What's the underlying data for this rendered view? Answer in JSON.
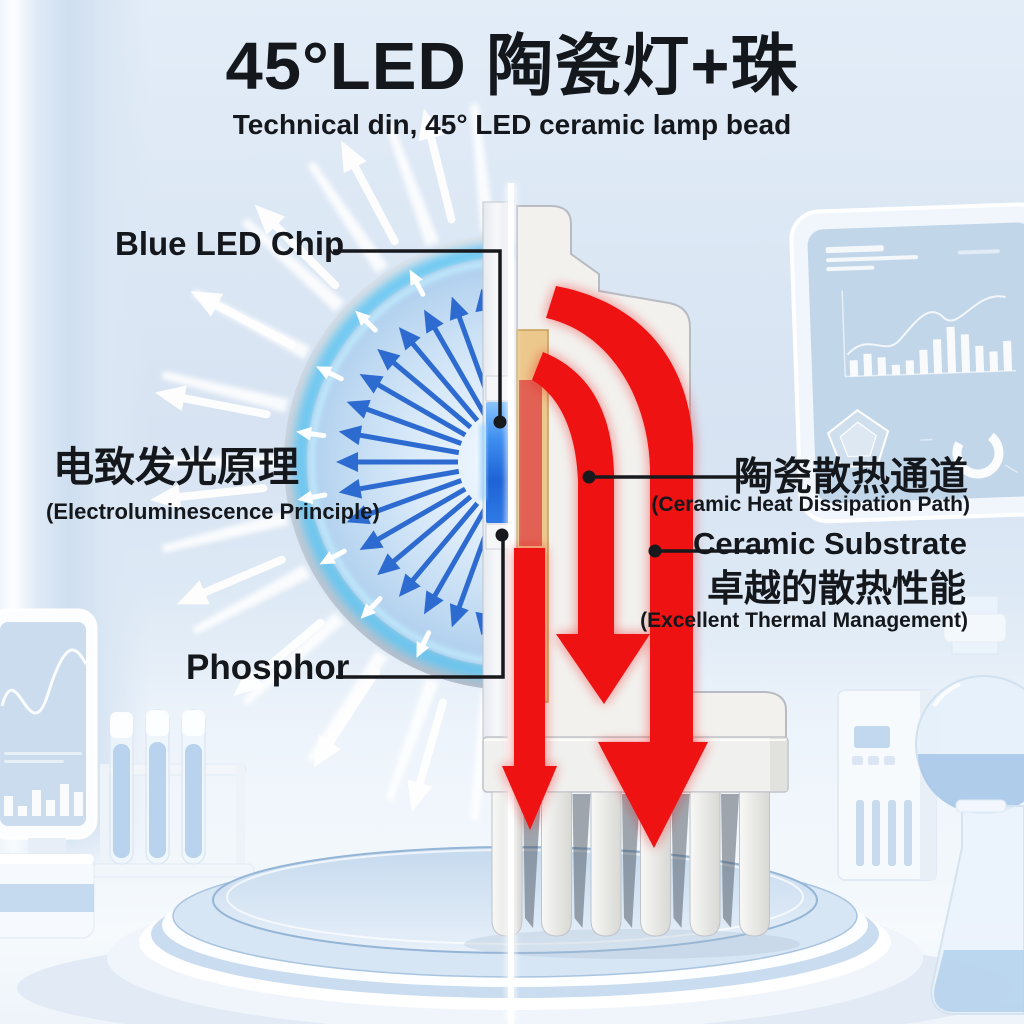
{
  "header": {
    "title": "45°LED 陶瓷灯+珠",
    "subtitle": "Technical din, 45° LED ceramic lamp bead"
  },
  "callouts": {
    "blue_led_chip": {
      "label": "Blue LED Chip"
    },
    "electroluminescence": {
      "zh": "电致发光原理",
      "en": "(Electroluminescence Principle)"
    },
    "phosphor": {
      "label": "Phosphor"
    },
    "heat_dissipation_path": {
      "zh": "陶瓷散热通道",
      "en": "(Ceramic Heat Dissipation Path)"
    },
    "ceramic_substrate": {
      "label": "Ceramic Substrate"
    },
    "thermal_management": {
      "zh": "卓越的散热性能",
      "en": "(Excellent Thermal Management)"
    }
  },
  "colors": {
    "background_blue": "#d7e3f2",
    "title_text": "#14171b",
    "blue_emission_arrow": "#2e6bd0",
    "led_chip_blue": "#2a72e2",
    "dome_glow_cyan": "#5ec6f4",
    "heat_arrow_red": "#ee1212",
    "ceramic_tan": "#ecc88d",
    "package_grey": "#f2f1ee",
    "platform_glass_blue": "#cfe1f3"
  }
}
